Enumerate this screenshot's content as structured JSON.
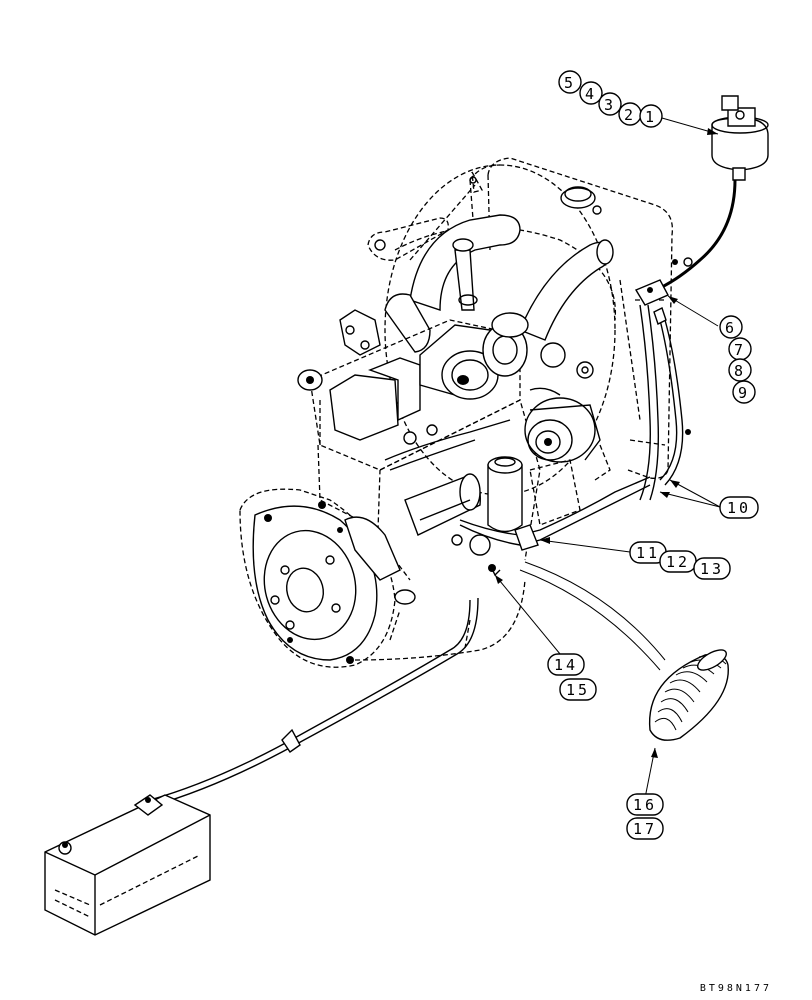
{
  "callouts": [
    {
      "id": "c5",
      "label": "5"
    },
    {
      "id": "c4",
      "label": "4"
    },
    {
      "id": "c3",
      "label": "3"
    },
    {
      "id": "c2",
      "label": "2"
    },
    {
      "id": "c1",
      "label": "1"
    },
    {
      "id": "c6",
      "label": "6"
    },
    {
      "id": "c7",
      "label": "7"
    },
    {
      "id": "c8",
      "label": "8"
    },
    {
      "id": "c9",
      "label": "9"
    },
    {
      "id": "c10",
      "label": "10"
    },
    {
      "id": "c11",
      "label": "11"
    },
    {
      "id": "c12",
      "label": "12"
    },
    {
      "id": "c13",
      "label": "13"
    },
    {
      "id": "c14",
      "label": "14"
    },
    {
      "id": "c15",
      "label": "15"
    },
    {
      "id": "c16",
      "label": "16"
    },
    {
      "id": "c17",
      "label": "17"
    }
  ],
  "drawing_ref": "BT98N177"
}
